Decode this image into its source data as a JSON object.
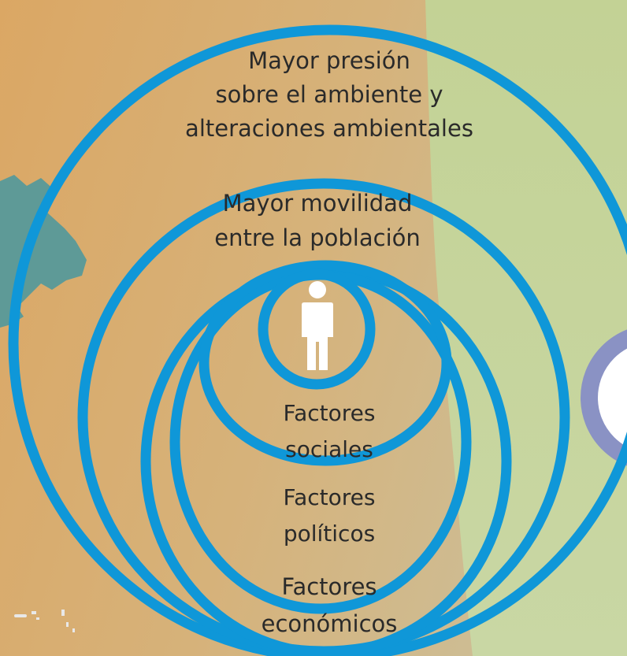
{
  "diagram": {
    "outer_label": [
      "Mayor presión",
      "sobre el ambiente y",
      "alteraciones ambientales"
    ],
    "mobility_label": [
      "Mayor movilidad",
      "entre la población"
    ],
    "social_label": [
      "Factores",
      "sociales"
    ],
    "political_label": [
      "Factores",
      "políticos"
    ],
    "economic_label": [
      "Factores",
      "económicos"
    ],
    "center_icon": "person-icon"
  },
  "colors": {
    "ring": "#0f97d8",
    "bg_left": "#d9a965",
    "bg_right": "#c4d397",
    "person": "#ffffff",
    "map_teal": "#5f9a97",
    "side_circle": "#8991c4"
  }
}
